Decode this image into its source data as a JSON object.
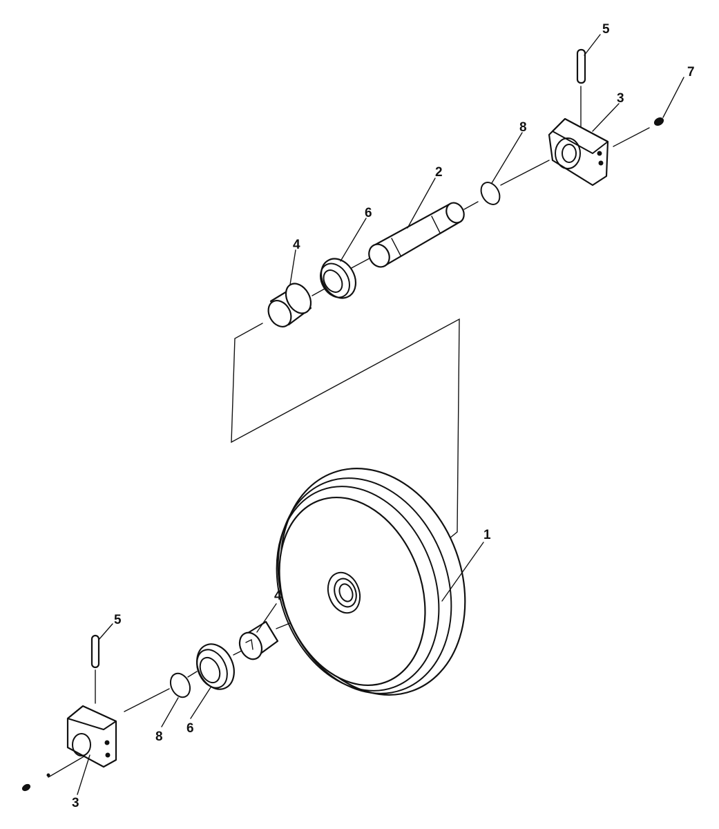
{
  "callouts": {
    "wheel": "1",
    "shaft": "2",
    "bracket_top": "3",
    "bracket_bottom": "3",
    "bushing_top": "4",
    "bushing_bottom": "4",
    "pin_top": "5",
    "pin_bottom": "5",
    "seal_top": "6",
    "seal_bottom": "6",
    "plug": "7",
    "oring_top": "8",
    "oring_bottom": "8"
  }
}
